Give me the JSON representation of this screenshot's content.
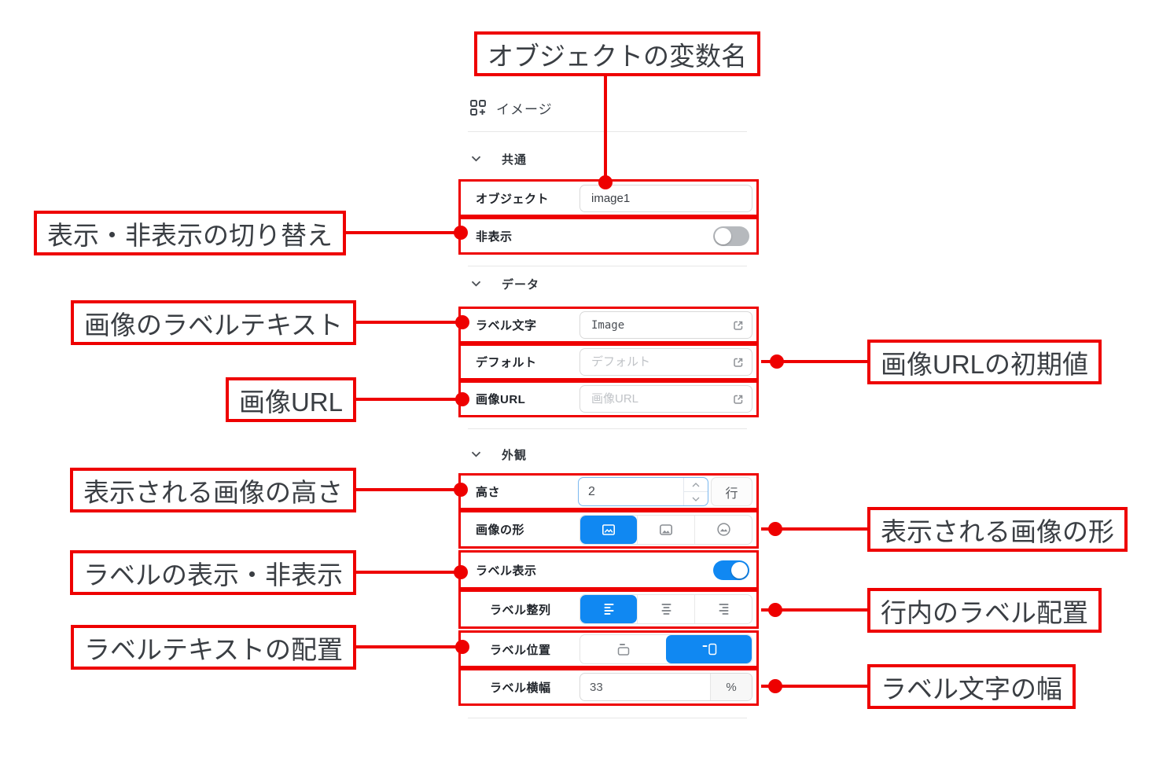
{
  "colors": {
    "red": "#ee0000",
    "blue": "#1088f2"
  },
  "icons": [
    "widget-add-icon",
    "chevron-down-icon",
    "external-link-icon",
    "image-rect-icon",
    "image-rounded-icon",
    "image-circle-icon",
    "align-left-icon",
    "align-center-icon",
    "align-right-icon",
    "label-top-icon",
    "label-left-icon",
    "stepper-up-icon",
    "stepper-down-icon",
    "toggle-off",
    "toggle-on"
  ],
  "panel": {
    "title": "イメージ",
    "sections": {
      "common": {
        "label": "共通"
      },
      "data": {
        "label": "データ"
      },
      "appearance": {
        "label": "外観"
      }
    },
    "fields": {
      "object": {
        "label": "オブジェクト",
        "value": "image1"
      },
      "hidden": {
        "label": "非表示",
        "state": "off"
      },
      "label_text": {
        "label": "ラベル文字",
        "value": "Image"
      },
      "default": {
        "label": "デフォルト",
        "placeholder": "デフォルト"
      },
      "image_url": {
        "label": "画像URL",
        "placeholder": "画像URL"
      },
      "height": {
        "label": "高さ",
        "value": "2",
        "unit": "行"
      },
      "image_shape": {
        "label": "画像の形",
        "selected_index": 0
      },
      "label_show": {
        "label": "ラベル表示",
        "state": "on"
      },
      "label_align": {
        "label": "ラベル整列",
        "selected_index": 0
      },
      "label_position": {
        "label": "ラベル位置",
        "selected_index": 1
      },
      "label_width": {
        "label": "ラベル横幅",
        "value": "33",
        "unit": "%"
      }
    }
  },
  "annotations": {
    "object_name": {
      "text": "オブジェクトの変数名"
    },
    "visibility_toggle": {
      "text": "表示・非表示の切り替え"
    },
    "image_label_text": {
      "text": "画像のラベルテキスト"
    },
    "image_url_default": {
      "text": "画像URLの初期値"
    },
    "image_url": {
      "text": "画像URL"
    },
    "image_height": {
      "text": "表示される画像の高さ"
    },
    "image_shape": {
      "text": "表示される画像の形"
    },
    "label_visibility": {
      "text": "ラベルの表示・非表示"
    },
    "label_align_in_row": {
      "text": "行内のラベル配置"
    },
    "label_text_position": {
      "text": "ラベルテキストの配置"
    },
    "label_width": {
      "text": "ラベル文字の幅"
    }
  }
}
